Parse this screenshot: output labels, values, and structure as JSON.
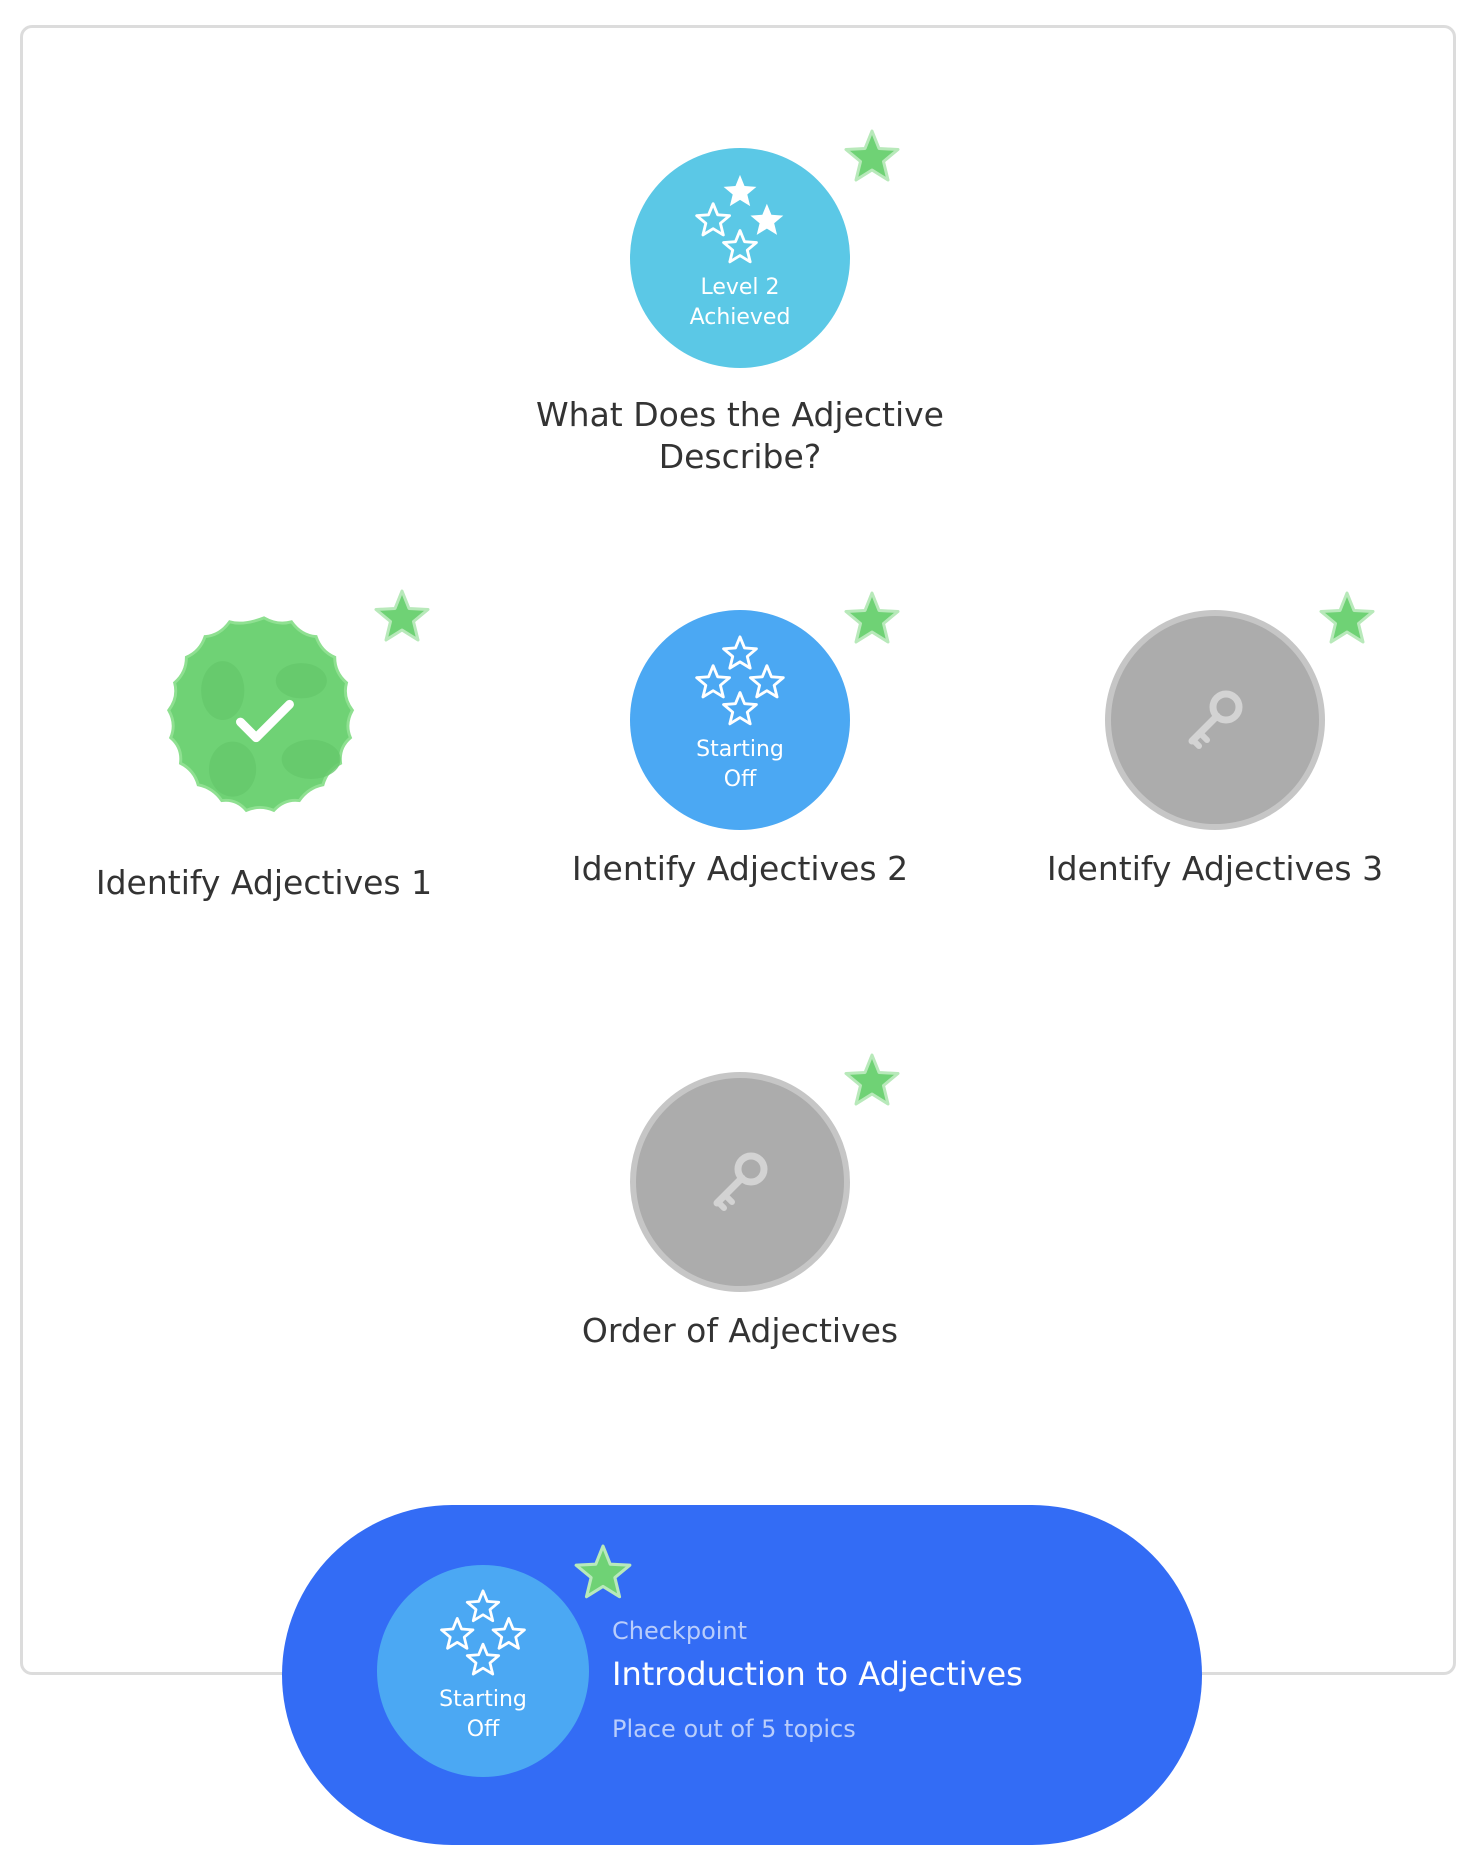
{
  "nodes": [
    {
      "title": "What Does the Adjective Describe?",
      "status_line1": "Level 2",
      "status_line2": "Achieved",
      "state": "level",
      "icon": "stars-icon"
    },
    {
      "title": "Identify Adjectives 1",
      "state": "mastered",
      "icon": "checkmark-icon"
    },
    {
      "title": "Identify Adjectives 2",
      "status_line1": "Starting",
      "status_line2": "Off",
      "state": "starting",
      "icon": "stars-icon"
    },
    {
      "title": "Identify Adjectives 3",
      "state": "locked",
      "icon": "key-icon"
    },
    {
      "title": "Order of Adjectives",
      "state": "locked",
      "icon": "key-icon"
    }
  ],
  "checkpoint": {
    "label": "Checkpoint",
    "title": "Introduction to Adjectives",
    "subtitle": "Place out of 5 topics",
    "status_line1": "Starting",
    "status_line2": "Off",
    "icon": "stars-icon"
  },
  "colors": {
    "level": "#5bc8e6",
    "starting": "#4ba8f3",
    "locked": "#acacac",
    "mastered": "#6fd275",
    "checkpoint": "#336cf5",
    "badge_star": "#6fd275"
  }
}
